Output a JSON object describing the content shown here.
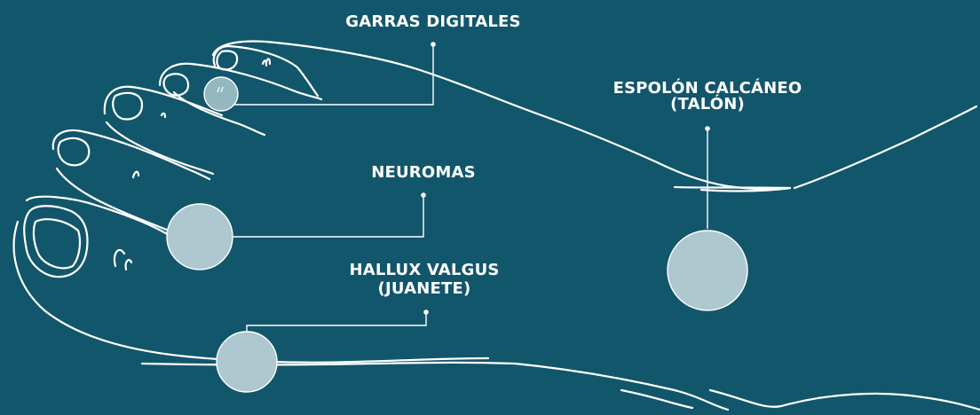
{
  "diagram": {
    "labels": {
      "garras": "GARRAS DIGITALES",
      "neuromas": "NEUROMAS",
      "hallux_line1": "HALLUX VALGUS",
      "hallux_line2": "(JUANETE)",
      "espolon_line1": "ESPOLÓN CALCÁNEO",
      "espolon_line2": "(TALÓN)"
    },
    "colors": {
      "background": "#12566b",
      "outline": "#ffffff",
      "marker_fill": "#adc8cf"
    }
  }
}
